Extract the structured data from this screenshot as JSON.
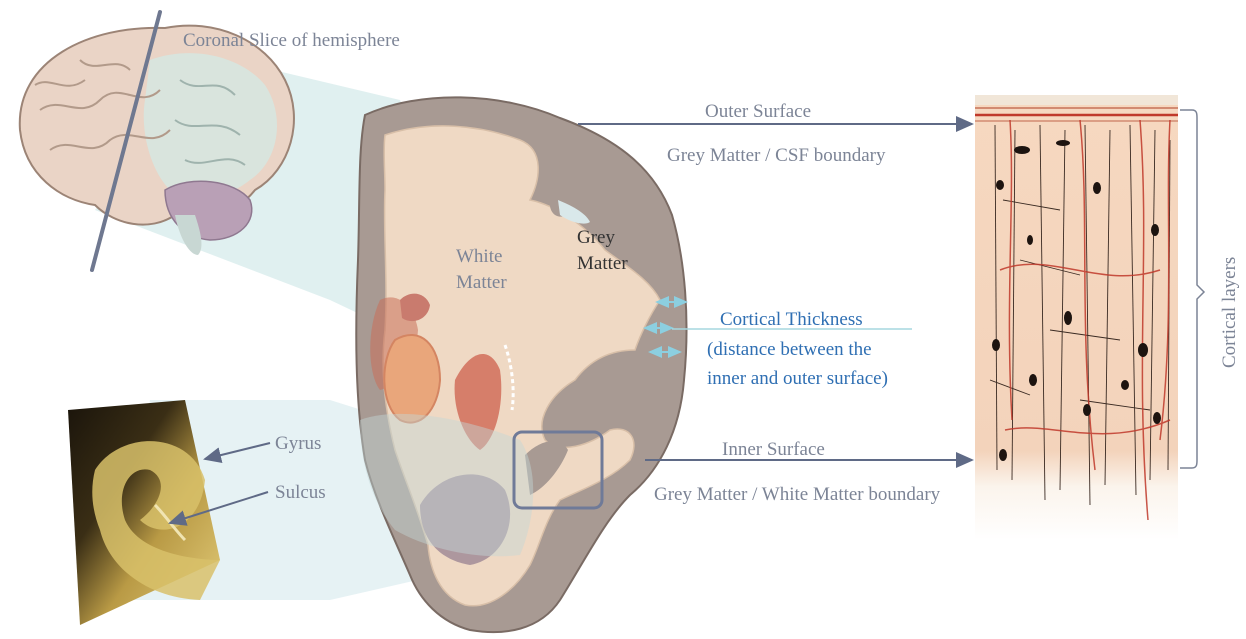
{
  "labels": {
    "coronal_slice": "Coronal Slice of hemisphere",
    "white_matter_line1": "White",
    "white_matter_line2": "Matter",
    "grey_matter_line1": "Grey",
    "grey_matter_line2": "Matter",
    "outer_surface": "Outer Surface",
    "gm_csf_boundary": "Grey Matter / CSF boundary",
    "cortical_thickness": "Cortical Thickness",
    "cortical_thickness_desc_line1": "(distance between the",
    "cortical_thickness_desc_line2": "inner and outer surface)",
    "inner_surface": "Inner Surface",
    "gm_wm_boundary": "Grey Matter / White Matter boundary",
    "gyrus": "Gyrus",
    "sulcus": "Sulcus",
    "cortical_layers": "Cortical layers"
  },
  "colors": {
    "label_grey": "#7c8496",
    "label_blue": "#2f6fb3",
    "arrow": "#5f6a86",
    "grey_matter": "#a89a93",
    "white_matter": "#efd9c4",
    "projection": "#cfe6e6"
  }
}
